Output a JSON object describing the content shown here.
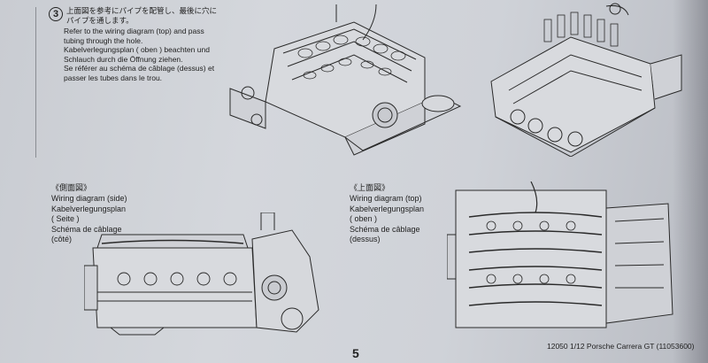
{
  "step": {
    "number": "3",
    "japanese": "上面図を参考にパイプを配管し、最後に穴に",
    "japanese_2": "パイプを通します。",
    "english": "Refer to the wiring diagram (top) and pass",
    "english_2": "tubing through the hole.",
    "german": "Kabelverlegungsplan ( oben ) beachten und",
    "german_2": "Schlauch durch die Öffnung ziehen.",
    "french": "Se référer au schéma de câblage (dessus) et",
    "french_2": "passer les tubes dans le trou."
  },
  "side_view": {
    "japanese": "《側面図》",
    "english": "Wiring diagram (side)",
    "german": "Kabelverlegungsplan",
    "german_2": "( Seite )",
    "french": "Schéma de câblage",
    "french_2": "(côté)"
  },
  "top_view": {
    "japanese": "《上面図》",
    "english": "Wiring diagram (top)",
    "german": "Kabelverlegungsplan",
    "german_2": "( oben )",
    "french": "Schéma de câblage",
    "french_2": "(dessus)"
  },
  "footer": {
    "page_number": "5",
    "code": "12050  1/12 Porsche Carrera GT (11053600)"
  },
  "colors": {
    "ink": "#222222",
    "paper": "#d2d5da"
  }
}
